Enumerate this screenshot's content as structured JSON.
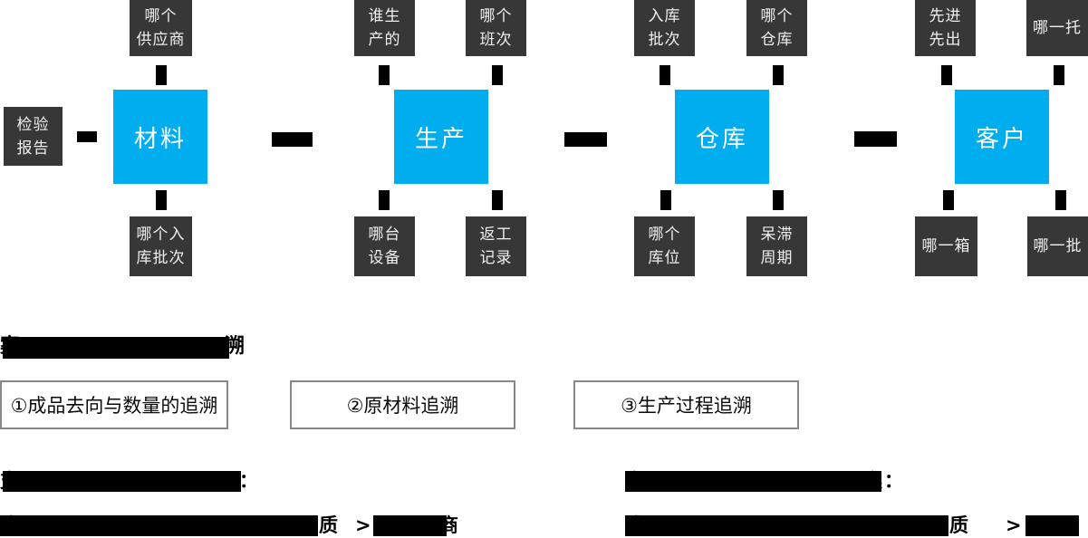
{
  "colors": {
    "accent_blue": "#00aeef",
    "attribute_box_dark": "#373737",
    "connector_black": "#000000",
    "trace_box_border": "#888888"
  },
  "diagram": {
    "clusters": [
      {
        "name": "material",
        "main": "材料",
        "left_box": {
          "lines": [
            "检验",
            "报告"
          ]
        },
        "top_boxes": [
          {
            "lines": [
              "哪个",
              "供应商"
            ]
          }
        ],
        "bottom_boxes": [
          {
            "lines": [
              "哪个入",
              "库批次"
            ]
          }
        ]
      },
      {
        "name": "production",
        "main": "生产",
        "top_boxes": [
          {
            "lines": [
              "谁生",
              "产的"
            ]
          },
          {
            "lines": [
              "哪个",
              "班次"
            ]
          }
        ],
        "bottom_boxes": [
          {
            "lines": [
              "哪台",
              "设备"
            ]
          },
          {
            "lines": [
              "返工",
              "记录"
            ]
          }
        ]
      },
      {
        "name": "warehouse",
        "main": "仓库",
        "top_boxes": [
          {
            "lines": [
              "入库",
              "批次"
            ]
          },
          {
            "lines": [
              "哪个",
              "仓库"
            ]
          }
        ],
        "bottom_boxes": [
          {
            "lines": [
              "哪个",
              "库位"
            ]
          },
          {
            "lines": [
              "呆滞",
              "周期"
            ]
          }
        ]
      },
      {
        "name": "customer",
        "main": "客户",
        "top_boxes": [
          {
            "lines": [
              "先进",
              "先出"
            ]
          },
          {
            "lines": [
              "哪一托"
            ]
          }
        ],
        "bottom_boxes": [
          {
            "lines": [
              "哪一箱"
            ]
          },
          {
            "lines": [
              "哪一批"
            ]
          }
        ]
      }
    ]
  },
  "trace": {
    "title_partial_start": "案",
    "title_visible_end": "溯",
    "options": [
      "①成品去向与数量的追溯",
      "②原材料追溯",
      "③生产过程追溯"
    ]
  },
  "notes": {
    "left": {
      "heading_partial_start": "支",
      "heading_colon": "：",
      "chain_partial_start": "成",
      "chain_visible_mid": "质",
      "chain_arrow": ">",
      "chain_visible_tail": "商"
    },
    "right": {
      "heading_partial_start": "实",
      "heading_partial_tail": "案",
      "heading_colon": "：",
      "chain_partial_start": "成",
      "chain_visible_mid": "质",
      "chain_arrow": ">"
    }
  }
}
